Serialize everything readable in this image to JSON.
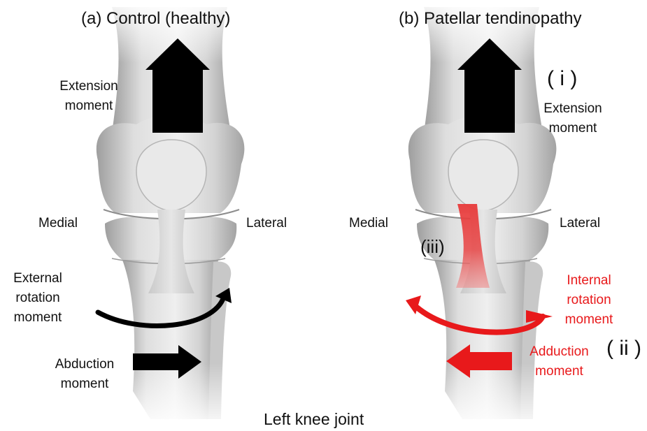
{
  "panel_a": {
    "title": "(a) Control (healthy)",
    "medial": "Medial",
    "lateral": "Lateral",
    "extension_l1": "Extension",
    "extension_l2": "moment",
    "ext_rot_l1": "External",
    "ext_rot_l2": "rotation",
    "ext_rot_l3": "moment",
    "abduction_l1": "Abduction",
    "abduction_l2": "moment"
  },
  "panel_b": {
    "title": "(b) Patellar tendinopathy",
    "marker_i": "( i )",
    "marker_ii": "( ii )",
    "marker_iii": "(iii)",
    "medial": "Medial",
    "lateral": "Lateral",
    "extension_l1": "Extension",
    "extension_l2": "moment",
    "int_rot_l1": "Internal",
    "int_rot_l2": "rotation",
    "int_rot_l3": "moment",
    "adduction_l1": "Adduction",
    "adduction_l2": "moment"
  },
  "caption": "Left knee joint",
  "colors": {
    "black_arrow": "#000000",
    "red_arrow": "#e8191b",
    "bone": "#dcdcdc",
    "bone_shadow": "#a9a9a9",
    "tendon_red": "#e83a3a"
  }
}
